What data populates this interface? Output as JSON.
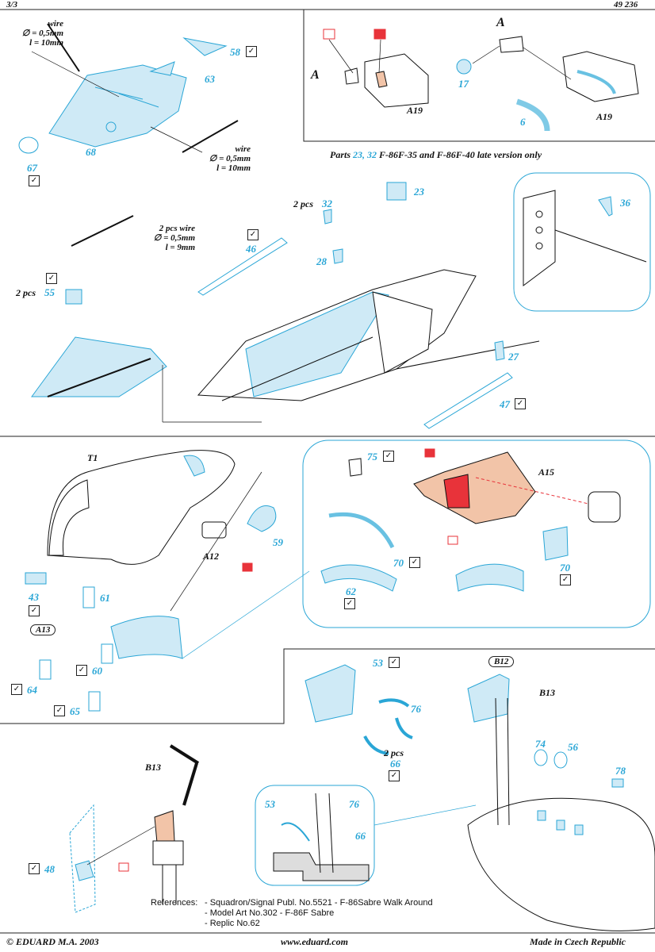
{
  "header": {
    "page": "3/3",
    "code": "49 236"
  },
  "labels": {
    "wire_a": "wire",
    "wire_a_d": "∅ = 0,5mm",
    "wire_a_l": "l = 10mm",
    "wire_b": "wire",
    "wire_b_d": "∅ = 0,5mm",
    "wire_b_l": "l = 10mm",
    "wire_c": "2 pcs wire",
    "wire_c_d": "∅ = 0,5mm",
    "wire_c_l": "l = 9mm",
    "pcs_55": "2 pcs",
    "pcs_32": "2 pcs",
    "pcs_66": "2 pcs",
    "late_note_pre": "Parts ",
    "late_note_parts": "23, 32",
    "late_note_post": " F-86F-35 and F-86F-40 late version only",
    "A_left": "A",
    "A_right": "A",
    "A19_left": "A19",
    "A19_right": "A19",
    "T1": "T1",
    "A12": "A12",
    "A13": "A13",
    "A15": "A15",
    "B12": "B12",
    "B13_top": "B13",
    "B13_bottom": "B13",
    "p58": "58",
    "p63": "63",
    "p68": "68",
    "p67": "67",
    "p17": "17",
    "p6": "6",
    "p23": "23",
    "p32": "32",
    "p36": "36",
    "p28": "28",
    "p46": "46",
    "p55": "55",
    "p27": "27",
    "p47": "47",
    "p75": "75",
    "p70a": "70",
    "p70b": "70",
    "p62": "62",
    "p59": "59",
    "p43": "43",
    "p61": "61",
    "p60": "60",
    "p64": "64",
    "p65": "65",
    "p53a": "53",
    "p76a": "76",
    "p66a": "66",
    "p74": "74",
    "p56": "56",
    "p78": "78",
    "p53b": "53",
    "p76b": "76",
    "p66b": "66",
    "p48": "48"
  },
  "references": {
    "title": "References:",
    "items": [
      "- Squadron/Signal Publ. No.5521 - F-86Sabre Walk Around",
      "- Model Art No.302 - F-86F Sabre",
      "- Replic No.62"
    ]
  },
  "footer": {
    "copyright": "© EDUARD  M.A. 2003",
    "url": "www.eduard.com",
    "made": "Made in Czech Republic"
  },
  "check_glyph": "✓",
  "colors": {
    "part": "#2aa6d6",
    "fill": "#cfeaf6",
    "accent": "#e8333a",
    "resin": "#f2c4a8"
  }
}
